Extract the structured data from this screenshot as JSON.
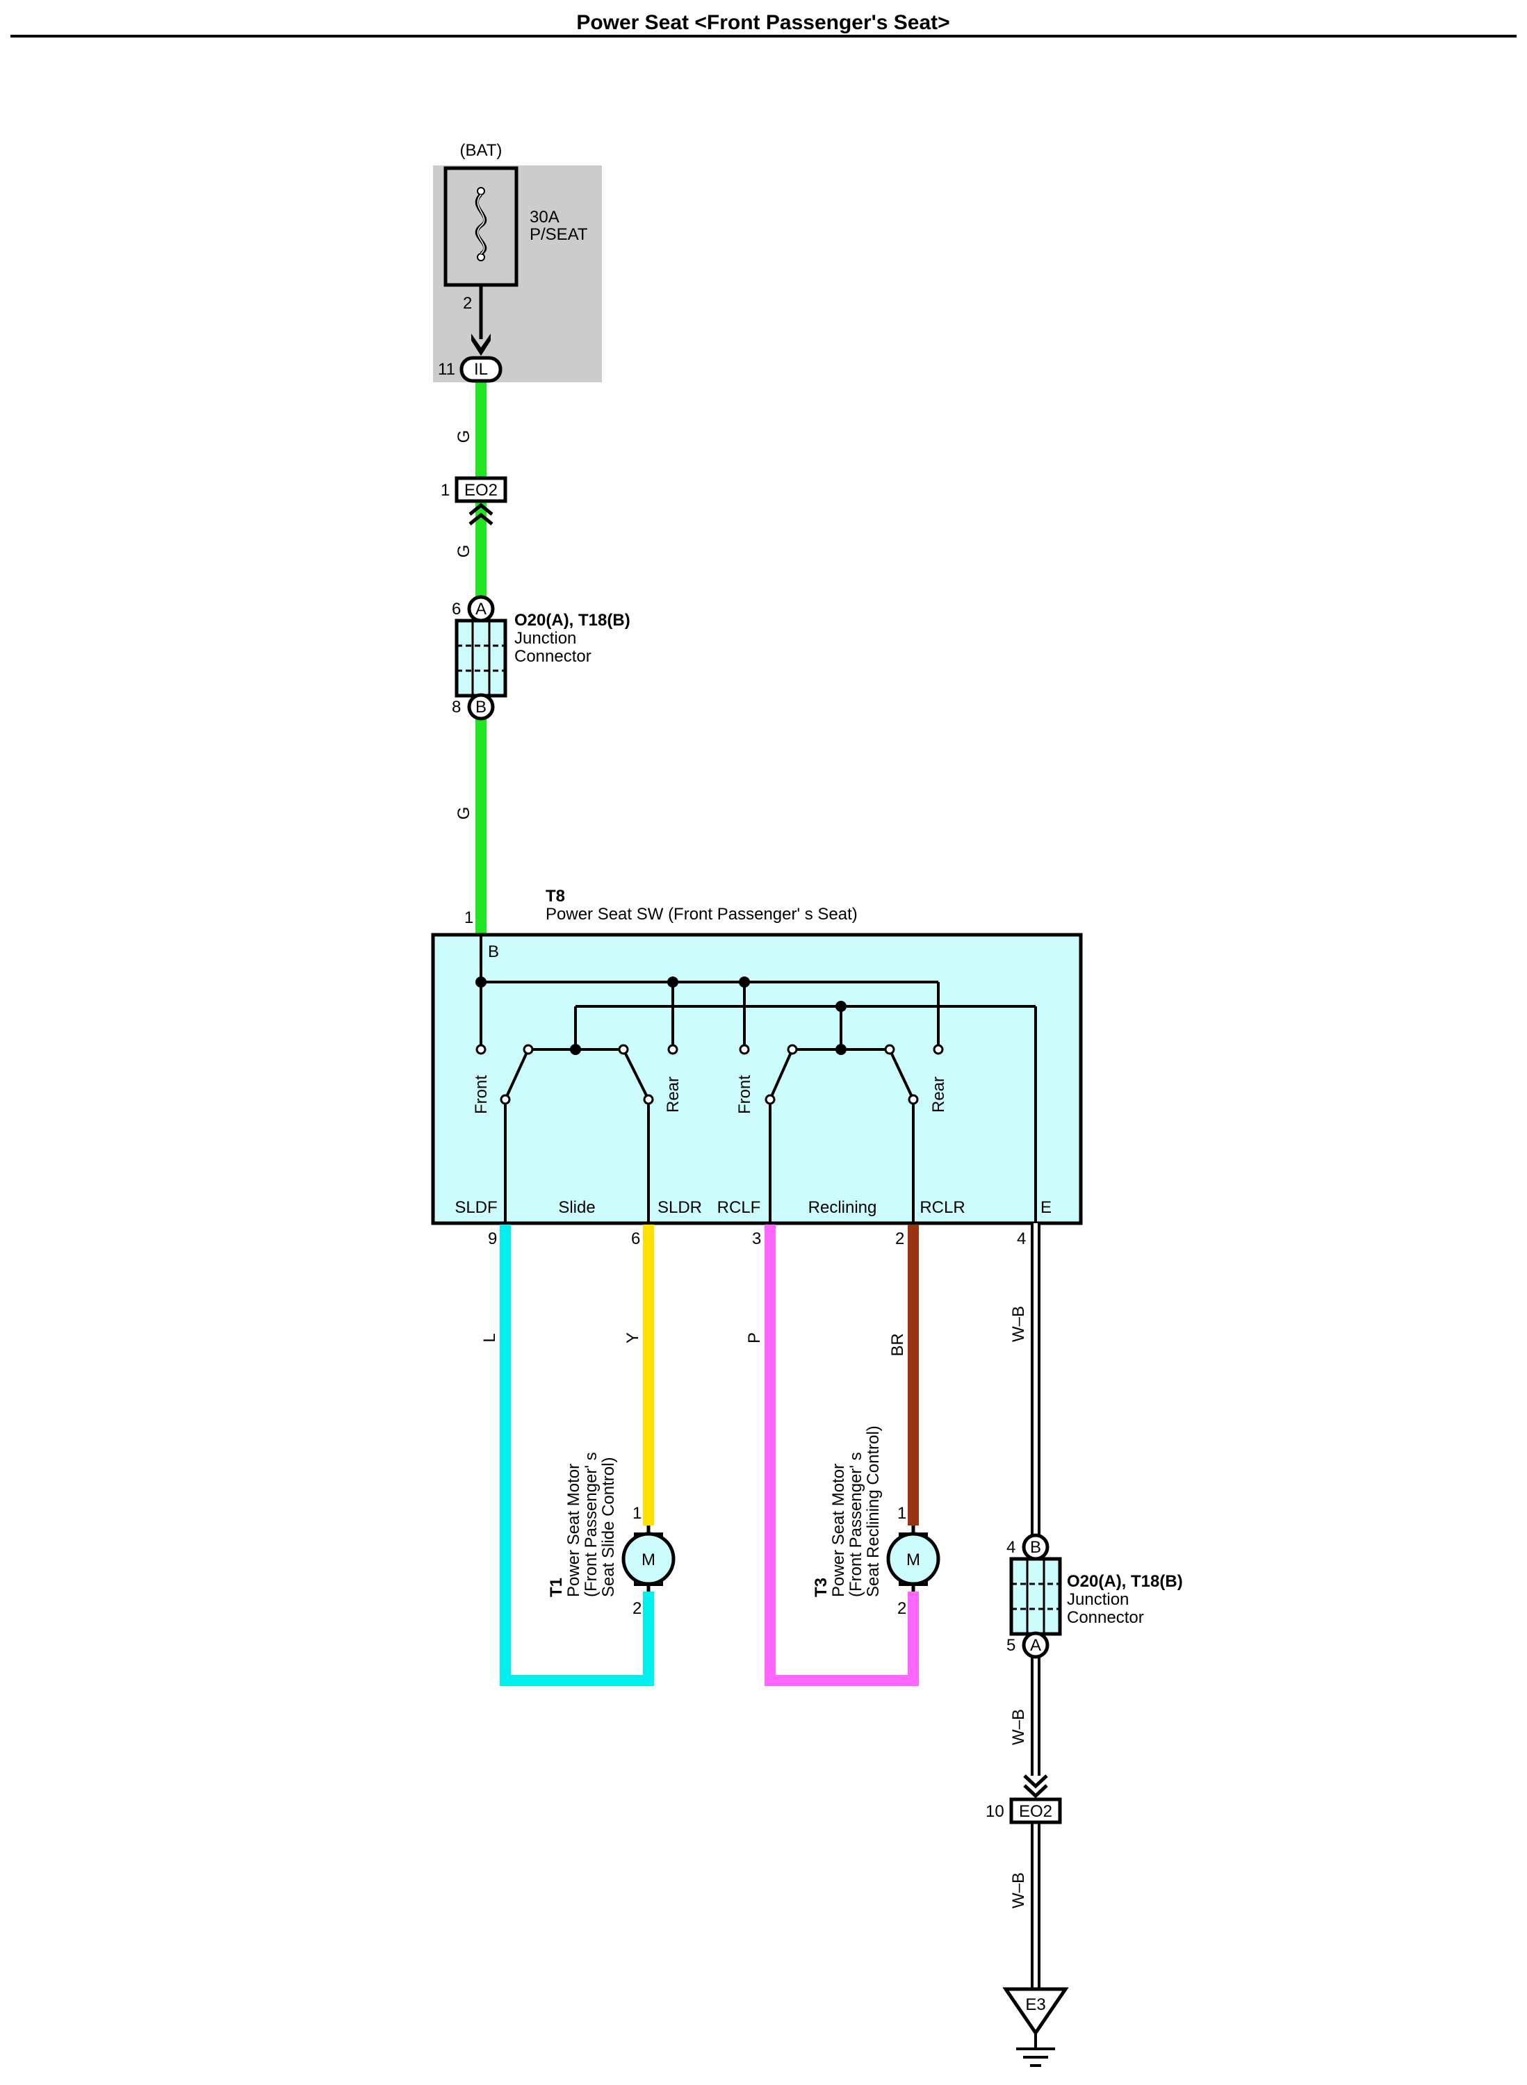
{
  "title": "Power Seat <Front Passenger's Seat>",
  "colors": {
    "wire_g": "#22e622",
    "wire_l": "#00f0f0",
    "wire_y": "#ffe000",
    "wire_p": "#ff66ff",
    "wire_br": "#993311",
    "wire_wb": "#ffffff",
    "box_fill": "#ccfcfc",
    "fuse_block": "#cccccc"
  },
  "fuse": {
    "source": "(BAT)",
    "rating": "30A",
    "name": "P/SEAT",
    "pin": "2"
  },
  "connectors": {
    "il": {
      "label": "IL",
      "pin": "11"
    },
    "eo2_top": {
      "label": "EO2",
      "pin": "1"
    },
    "eo2_bottom": {
      "label": "EO2",
      "pin": "10"
    },
    "junction_top": {
      "id": "O20(A), T18(B)",
      "desc1": "Junction",
      "desc2": "Connector",
      "pin_a": "6",
      "letter_a": "A",
      "pin_b": "8",
      "letter_b": "B"
    },
    "junction_bottom": {
      "id": "O20(A), T18(B)",
      "desc1": "Junction",
      "desc2": "Connector",
      "pin_b": "4",
      "letter_b": "B",
      "pin_a": "5",
      "letter_a": "A"
    }
  },
  "switch": {
    "id": "T8",
    "name": "Power Seat SW (Front Passenger' s Seat)",
    "pin_in": "1",
    "terminal_b": "B",
    "slide_label": "Slide",
    "reclining_label": "Reclining",
    "front_label": "Front",
    "rear_label": "Rear",
    "terminals": [
      {
        "name": "SLDF",
        "pin": "9"
      },
      {
        "name": "SLDR",
        "pin": "6"
      },
      {
        "name": "RCLF",
        "pin": "3"
      },
      {
        "name": "RCLR",
        "pin": "2"
      },
      {
        "name": "E",
        "pin": "4"
      }
    ]
  },
  "wires": {
    "g": "G",
    "l": "L",
    "y": "Y",
    "p": "P",
    "br": "BR",
    "wb": "W–B"
  },
  "motors": [
    {
      "id": "T1",
      "line1": "Power Seat Motor",
      "line2": "(Front Passenger' s",
      "line3": "Seat Slide Control)",
      "symbol": "M",
      "pin1": "1",
      "pin2": "2"
    },
    {
      "id": "T3",
      "line1": "Power Seat Motor",
      "line2": "(Front Passenger' s",
      "line3": "Seat Reclining Control)",
      "symbol": "M",
      "pin1": "1",
      "pin2": "2"
    }
  ],
  "ground": {
    "label": "E3"
  }
}
